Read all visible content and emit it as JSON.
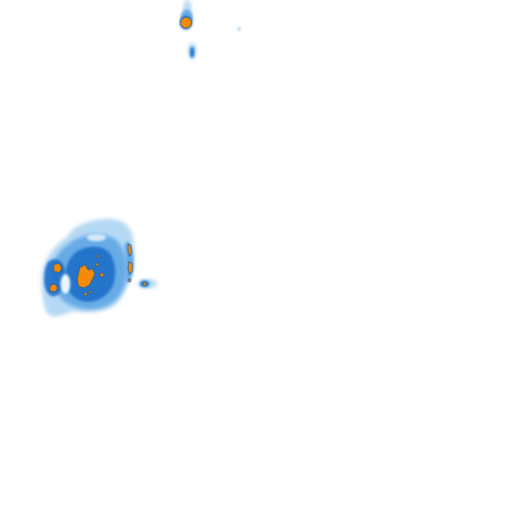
{
  "map": {
    "background_color": "#ffffff",
    "palette": {
      "light": "#a9d3f3",
      "medium": "#5aa3e4",
      "strong": "#1e6fc9",
      "intense_fill": "#f58a07",
      "intense_outline": "#2a5d8f"
    },
    "precipitation_cells": [
      {
        "id": "north-cell",
        "intensity": "intense"
      },
      {
        "id": "north-trail",
        "intensity": "strong"
      },
      {
        "id": "isolated-speck",
        "intensity": "light"
      },
      {
        "id": "southwest-storm-complex",
        "intensity": "intense"
      },
      {
        "id": "eastern-band",
        "intensity": "intense"
      },
      {
        "id": "east-fragment",
        "intensity": "strong"
      }
    ]
  }
}
